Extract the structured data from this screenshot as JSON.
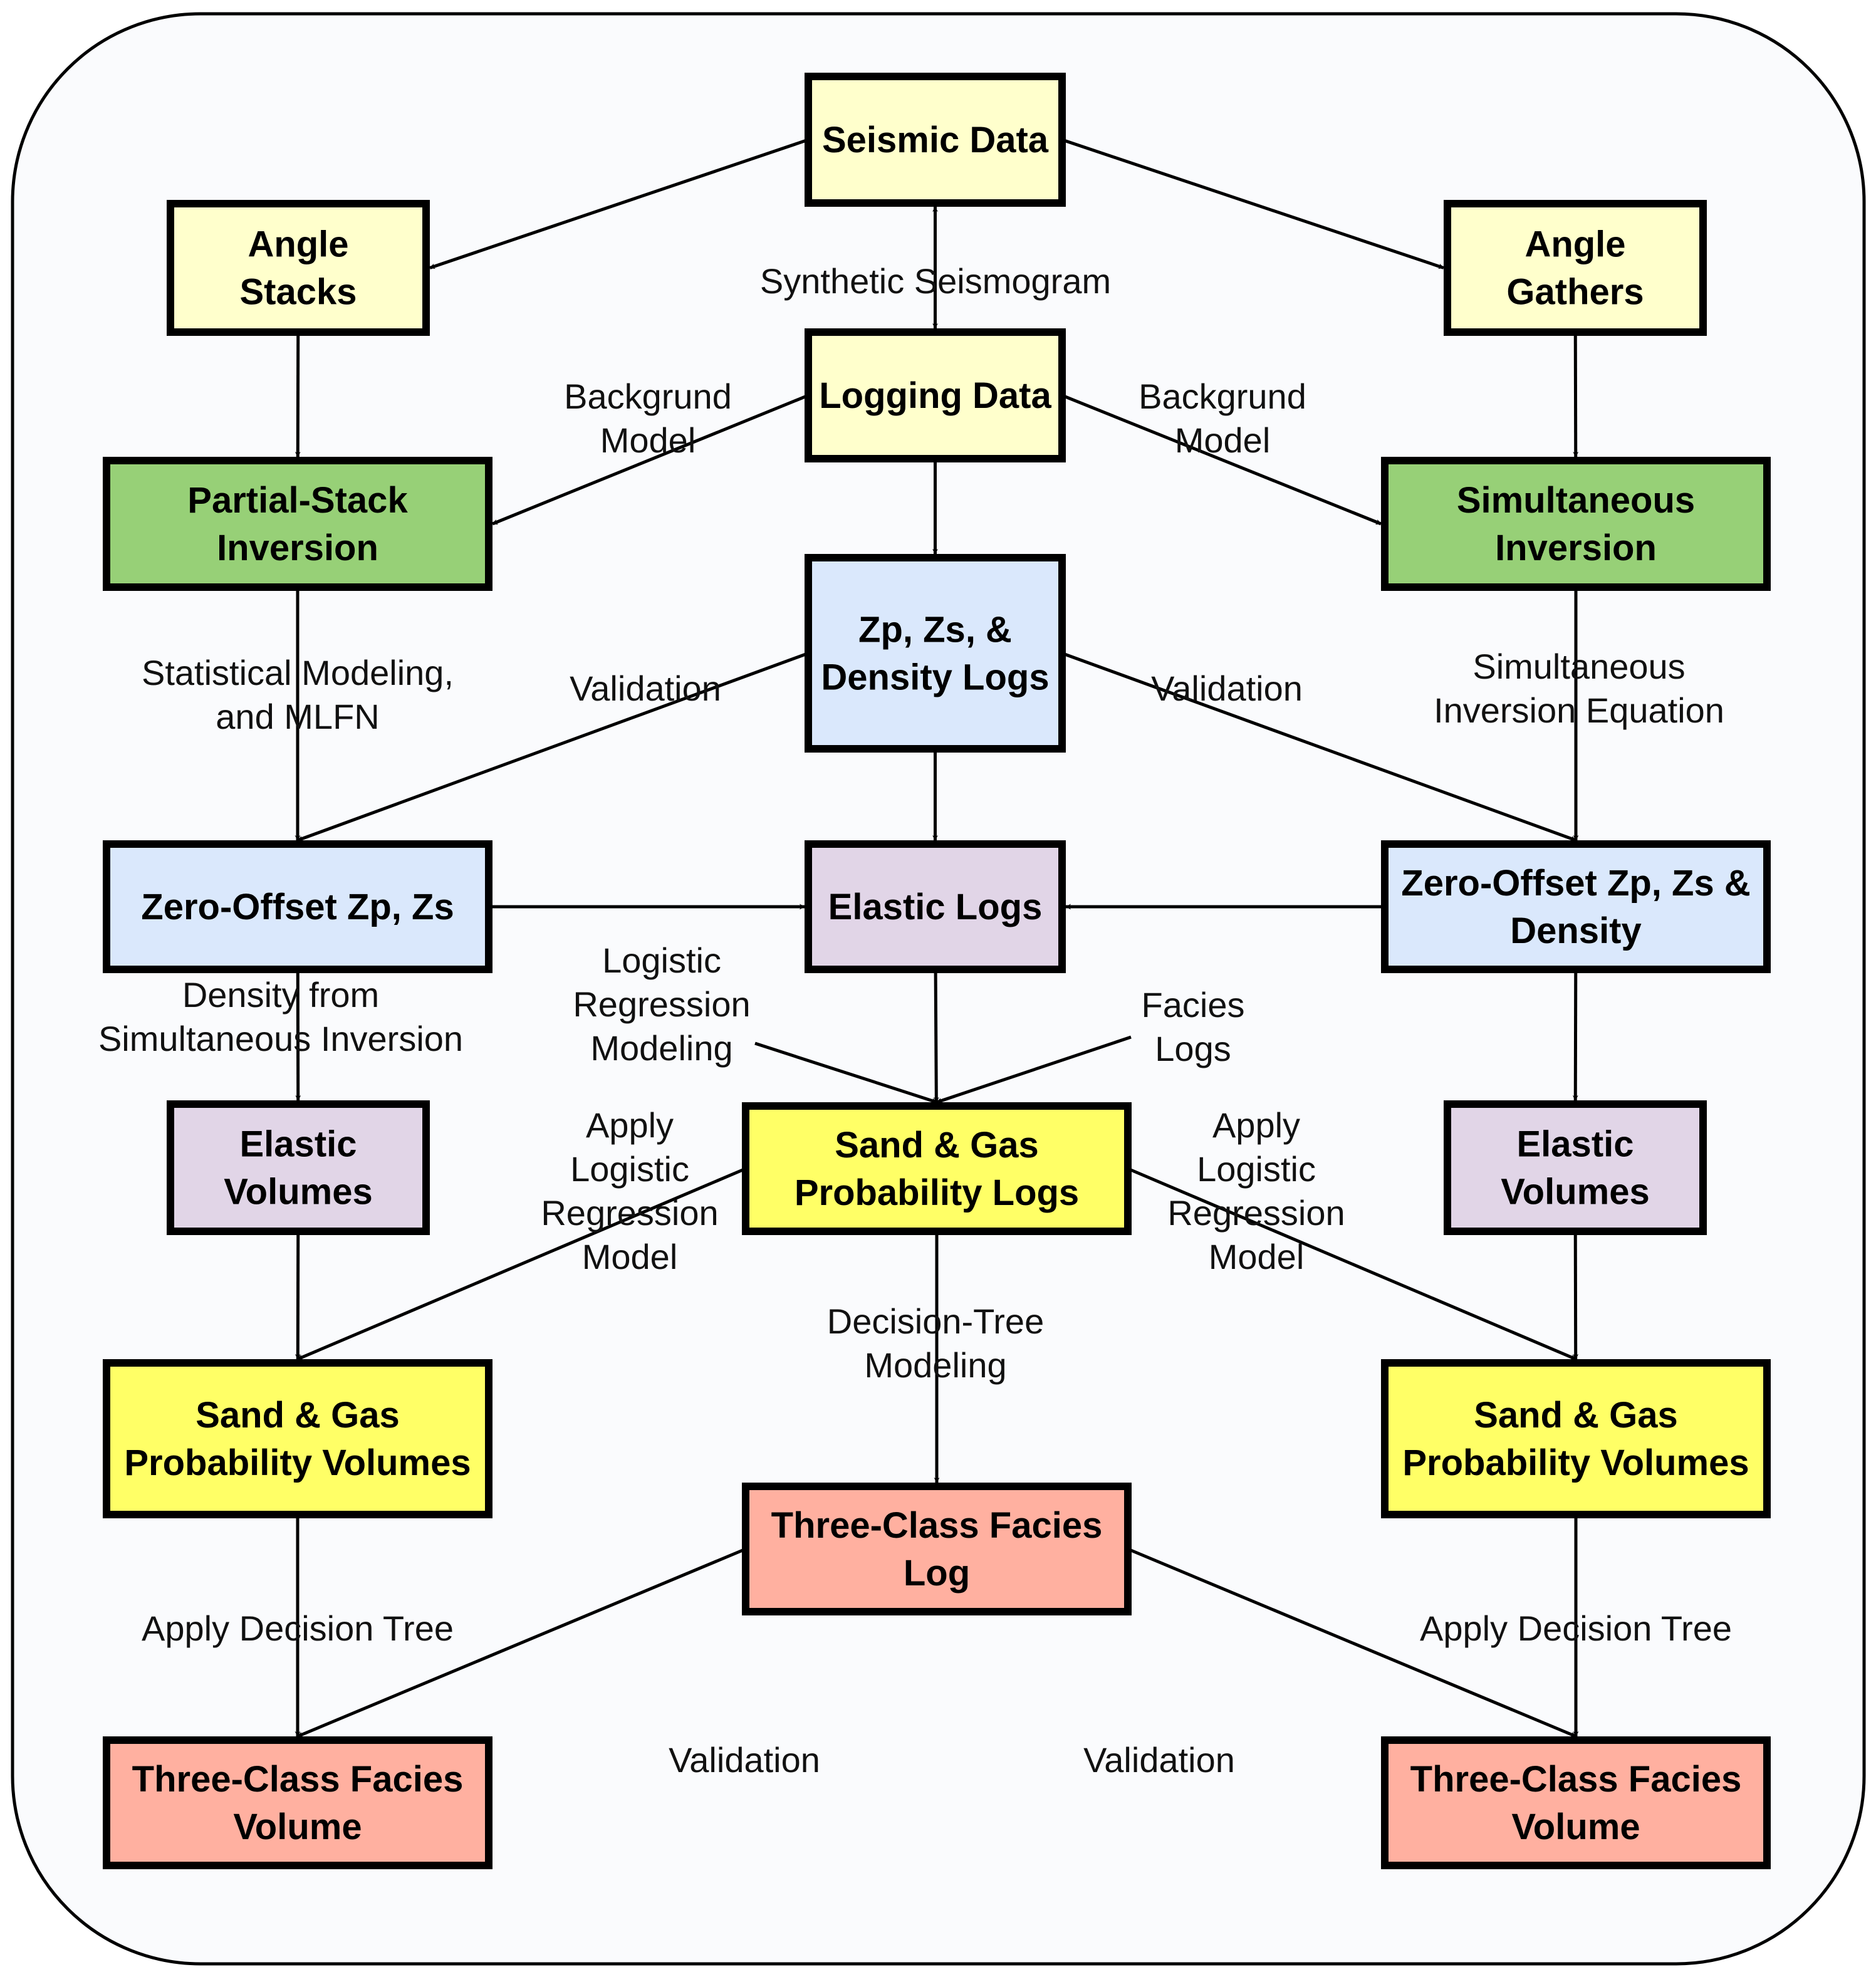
{
  "colors": {
    "background": "#fafbfd",
    "yellow_light": "#ffffcc",
    "green": "#97d077",
    "blue_light": "#dae8fc",
    "purple_light": "#e1d5e7",
    "yellow": "#ffff66",
    "red_light": "#ffb0a0"
  },
  "nodes": {
    "seismic": {
      "lines": [
        "Seismic Data"
      ],
      "color": "yellow_light"
    },
    "angle_stacks": {
      "lines": [
        "Angle",
        "Stacks"
      ],
      "color": "yellow_light"
    },
    "angle_gathers": {
      "lines": [
        "Angle",
        "Gathers"
      ],
      "color": "yellow_light"
    },
    "logging": {
      "lines": [
        "Logging Data"
      ],
      "color": "yellow_light"
    },
    "partial_inv": {
      "lines": [
        "Partial-Stack",
        "Inversion"
      ],
      "color": "green"
    },
    "sim_inv": {
      "lines": [
        "Simultaneous",
        "Inversion"
      ],
      "color": "green"
    },
    "density_logs": {
      "lines": [
        "Zp, Zs, &",
        "Density Logs"
      ],
      "color": "blue_light"
    },
    "zero_left": {
      "lines": [
        "Zero-Offset Zp, Zs"
      ],
      "color": "blue_light"
    },
    "elastic_logs": {
      "lines": [
        "Elastic Logs"
      ],
      "color": "purple_light"
    },
    "zero_right": {
      "lines": [
        "Zero-Offset Zp, Zs &",
        "Density"
      ],
      "color": "blue_light"
    },
    "elastic_vol_left": {
      "lines": [
        "Elastic",
        "Volumes"
      ],
      "color": "purple_light"
    },
    "sg_logs": {
      "lines": [
        "Sand & Gas",
        "Probability Logs"
      ],
      "color": "yellow"
    },
    "elastic_vol_right": {
      "lines": [
        "Elastic",
        "Volumes"
      ],
      "color": "purple_light"
    },
    "sg_vol_left": {
      "lines": [
        "Sand & Gas",
        "Probability Volumes"
      ],
      "color": "yellow"
    },
    "sg_vol_right": {
      "lines": [
        "Sand & Gas",
        "Probability Volumes"
      ],
      "color": "yellow"
    },
    "facies_log": {
      "lines": [
        "Three-Class Facies",
        "Log"
      ],
      "color": "red_light"
    },
    "facies_vol_left": {
      "lines": [
        "Three-Class Facies",
        "Volume"
      ],
      "color": "red_light"
    },
    "facies_vol_right": {
      "lines": [
        "Three-Class Facies",
        "Volume"
      ],
      "color": "red_light"
    }
  },
  "edges": [
    {
      "from": "seismic",
      "to": "angle_stacks"
    },
    {
      "from": "seismic",
      "to": "angle_gathers"
    },
    {
      "from": "seismic",
      "to": "logging",
      "both": true
    },
    {
      "from": "angle_stacks",
      "to": "partial_inv"
    },
    {
      "from": "angle_gathers",
      "to": "sim_inv"
    },
    {
      "from": "logging",
      "to": "partial_inv"
    },
    {
      "from": "logging",
      "to": "sim_inv"
    },
    {
      "from": "logging",
      "to": "density_logs"
    },
    {
      "from": "partial_inv",
      "to": "zero_left"
    },
    {
      "from": "sim_inv",
      "to": "zero_right"
    },
    {
      "from": "density_logs",
      "to": "zero_left"
    },
    {
      "from": "density_logs",
      "to": "zero_right"
    },
    {
      "from": "density_logs",
      "to": "elastic_logs"
    },
    {
      "from": "zero_left",
      "to": "elastic_logs"
    },
    {
      "from": "zero_right",
      "to": "elastic_logs"
    },
    {
      "from": "zero_left",
      "to": "elastic_vol_left"
    },
    {
      "from": "zero_right",
      "to": "elastic_vol_right"
    },
    {
      "from": "elastic_logs",
      "to": "sg_logs"
    },
    {
      "from": "logistic_label",
      "to": "sg_logs"
    },
    {
      "from": "facies_label",
      "to": "sg_logs"
    },
    {
      "from": "elastic_vol_left",
      "to": "sg_vol_left"
    },
    {
      "from": "elastic_vol_right",
      "to": "sg_vol_right"
    },
    {
      "from": "sg_logs",
      "to": "sg_vol_left"
    },
    {
      "from": "sg_logs",
      "to": "sg_vol_right"
    },
    {
      "from": "sg_logs",
      "to": "facies_log"
    },
    {
      "from": "sg_vol_left",
      "to": "facies_vol_left"
    },
    {
      "from": "sg_vol_right",
      "to": "facies_vol_right"
    },
    {
      "from": "facies_log",
      "to": "facies_vol_left"
    },
    {
      "from": "facies_log",
      "to": "facies_vol_right"
    }
  ],
  "edge_labels": {
    "synthetic_seismogram": [
      "Synthetic Seismogram"
    ],
    "background_left": [
      "Backgrund",
      "Model"
    ],
    "background_right": [
      "Backgrund",
      "Model"
    ],
    "statistical": [
      "Statistical Modeling,",
      "and MLFN"
    ],
    "validation_left": [
      "Validation"
    ],
    "validation_right": [
      "Validation"
    ],
    "sim_equation": [
      "Simultaneous",
      "Inversion Equation"
    ],
    "density_from": [
      "Density from",
      "Simultaneous Inversion"
    ],
    "logistic_modeling": [
      "Logistic",
      "Regression",
      "Modeling"
    ],
    "facies_logs": [
      "Facies",
      "Logs"
    ],
    "apply_logistic_left": [
      "Apply",
      "Logistic",
      "Regression",
      "Model"
    ],
    "apply_logistic_right": [
      "Apply",
      "Logistic",
      "Regression",
      "Model"
    ],
    "decision_tree_modeling": [
      "Decision-Tree",
      "Modeling"
    ],
    "apply_decision_left": [
      "Apply Decision Tree"
    ],
    "apply_decision_right": [
      "Apply Decision Tree"
    ],
    "validation_bottom_left": [
      "Validation"
    ],
    "validation_bottom_right": [
      "Validation"
    ]
  }
}
